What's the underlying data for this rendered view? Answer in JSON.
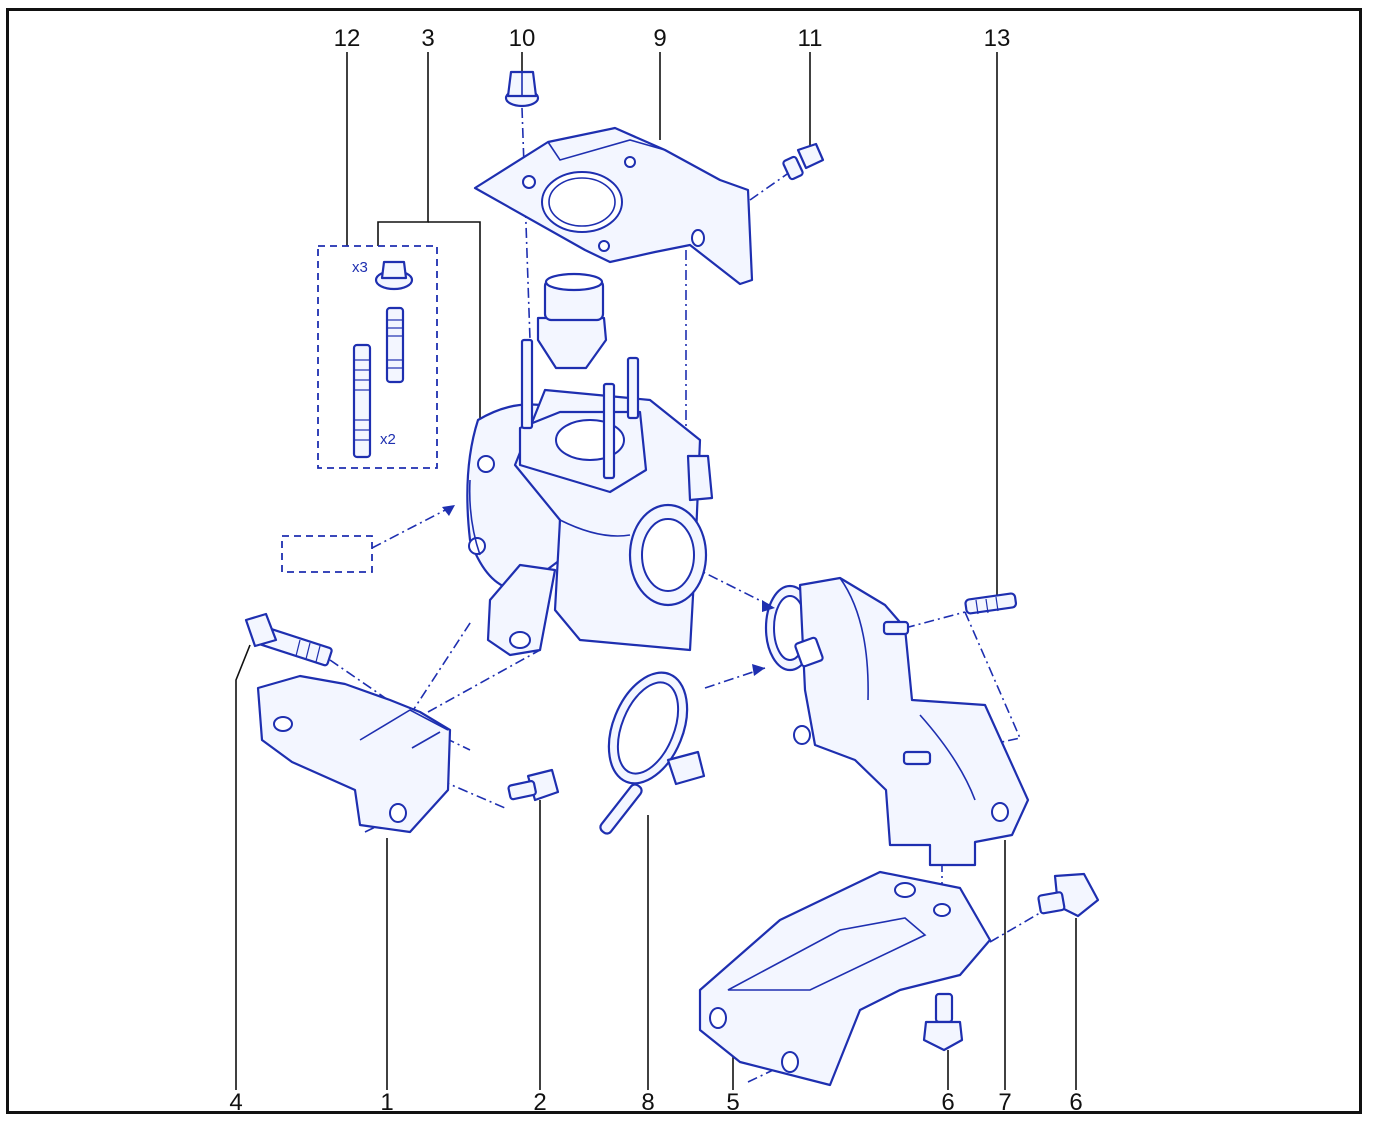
{
  "diagram": {
    "colors": {
      "outline": "#1e2fb0",
      "fill": "#f3f6ff",
      "label": "#111111",
      "frame": "#111111"
    },
    "callouts": [
      "12",
      "3",
      "10",
      "9",
      "11",
      "13",
      "4",
      "1",
      "2",
      "8",
      "5",
      "6",
      "7",
      "6"
    ],
    "quantity_labels": {
      "nut_qty": "x3",
      "stud_qty": "x2"
    }
  }
}
